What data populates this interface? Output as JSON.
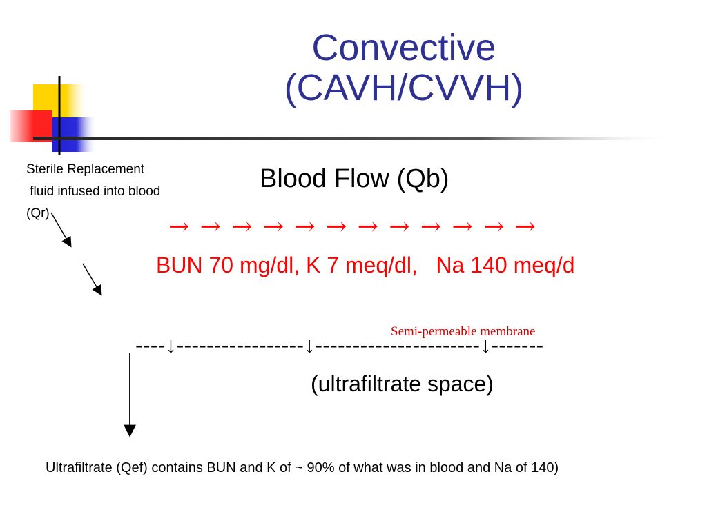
{
  "title": {
    "line1": "Convective",
    "line2": "(CAVH/CVVH)"
  },
  "sidebar_note": "Sterile Replacement\n fluid infused into blood\n(Qr)",
  "blood_flow_label": "Blood Flow (Qb)",
  "flow_arrows": "→ → → → → → → → → → → →",
  "blood_labs": "BUN 70 mg/dl, K 7 meq/dl,   Na 140 meq/d",
  "membrane": {
    "label": "Semi-permeable membrane",
    "line": "----↓-----------------↓----------------------↓-------"
  },
  "ultrafiltrate_space": "(ultrafiltrate space)",
  "ultrafiltrate_note": "Ultrafiltrate (Qef) contains BUN and K of ~ 90% of what was in blood and Na of 140)",
  "colors": {
    "title": "#2e3192",
    "accent_red": "#ff0000",
    "deco_yellow": "#ffd400",
    "deco_blue": "#2b2bd9"
  }
}
